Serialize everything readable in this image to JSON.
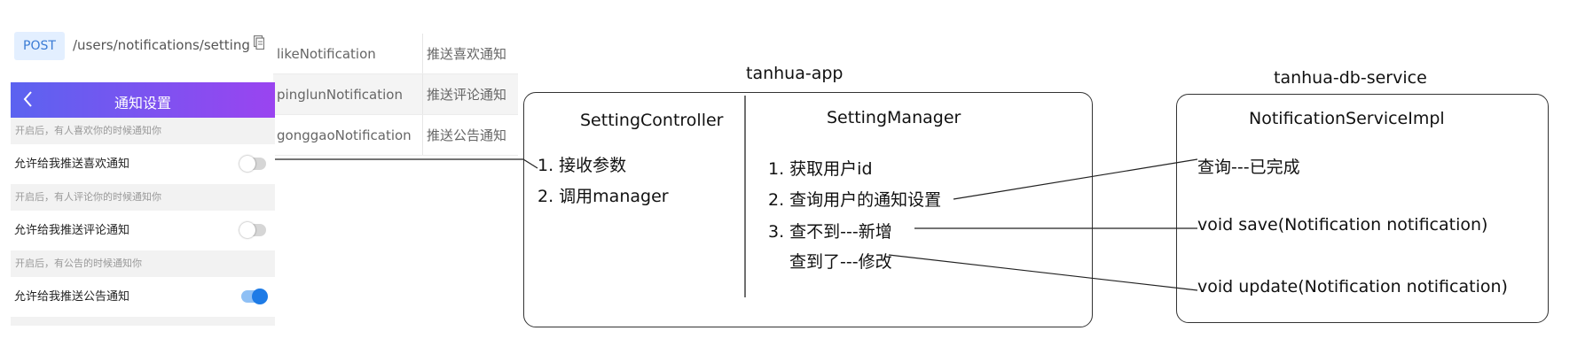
{
  "api": {
    "method": "POST",
    "path": "/users/notifications/setting",
    "fields": [
      {
        "name": "likeNotification",
        "desc": "推送喜欢通知"
      },
      {
        "name": "pinglunNotification",
        "desc": "推送评论通知"
      },
      {
        "name": "gonggaoNotification",
        "desc": "推送公告通知"
      }
    ]
  },
  "phone": {
    "title": "通知设置",
    "rows": [
      {
        "hint": "开启后，有人喜欢你的时候通知你",
        "label": "允许给我推送喜欢通知",
        "enabled": false
      },
      {
        "hint": "开启后，有人评论你的时候通知你",
        "label": "允许给我推送评论通知",
        "enabled": false
      },
      {
        "hint": "开启后，有公告的时候通知你",
        "label": "允许给我推送公告通知",
        "enabled": true
      }
    ]
  },
  "app": {
    "title": "tanhua-app",
    "controller": {
      "name": "SettingController",
      "steps": [
        "1. 接收参数",
        "2. 调用manager"
      ]
    },
    "manager": {
      "name": "SettingManager",
      "steps": [
        "1. 获取用户id",
        "2. 查询用户的通知设置",
        "3. 查不到---新增",
        "查到了---修改"
      ]
    }
  },
  "db": {
    "title": "tanhua-db-service",
    "service": {
      "name": "NotificationServiceImpl",
      "methods": [
        "查询---已完成",
        "void save(Notification notification)",
        "void update(Notification notification)"
      ]
    }
  }
}
